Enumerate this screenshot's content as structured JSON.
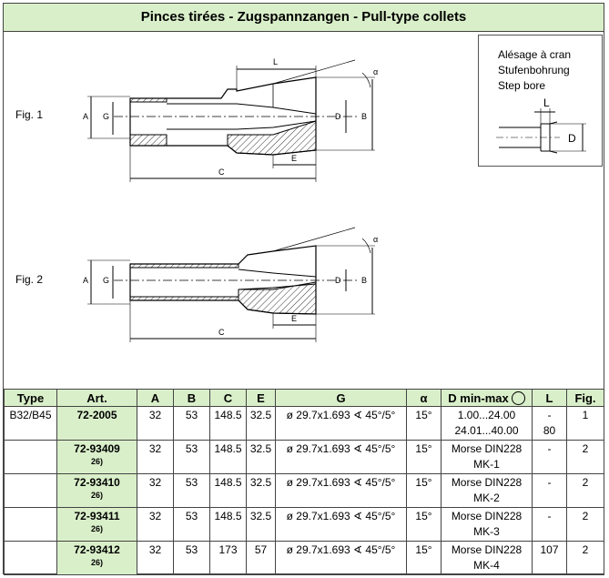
{
  "title": "Pinces tirées - Zugspannzangen - Pull-type collets",
  "figures": {
    "fig1": "Fig. 1",
    "fig2": "Fig. 2",
    "dim_labels": {
      "A": "A",
      "G": "G",
      "D": "D",
      "B": "B",
      "C": "C",
      "E": "E",
      "L": "L",
      "alpha": "α"
    }
  },
  "inset": {
    "line1": "Alésage à cran",
    "line2": "Stufenbohrung",
    "line3": "Step bore",
    "L": "L",
    "D": "D"
  },
  "table": {
    "headers": [
      "Type",
      "Art.",
      "A",
      "B",
      "C",
      "E",
      "G",
      "α",
      "D min-max",
      "L",
      "Fig."
    ],
    "rows": [
      {
        "type": "B32/B45",
        "art": "72-2005",
        "note": "",
        "A": "32",
        "B": "53",
        "C": "148.5",
        "E": "32.5",
        "G": "ø 29.7x1.693 ∢ 45°/5°",
        "alpha": "15°",
        "d1": "1.00...24.00",
        "d2": "24.01...40.00",
        "l1": "-",
        "l2": "80",
        "fig": "1"
      },
      {
        "type": "",
        "art": "72-93409",
        "note": "26)",
        "A": "32",
        "B": "53",
        "C": "148.5",
        "E": "32.5",
        "G": "ø 29.7x1.693 ∢ 45°/5°",
        "alpha": "15°",
        "d1": "Morse DIN228",
        "d2": "MK-1",
        "l1": "-",
        "l2": "",
        "fig": "2"
      },
      {
        "type": "",
        "art": "72-93410",
        "note": "26)",
        "A": "32",
        "B": "53",
        "C": "148.5",
        "E": "32.5",
        "G": "ø 29.7x1.693 ∢ 45°/5°",
        "alpha": "15°",
        "d1": "Morse DIN228",
        "d2": "MK-2",
        "l1": "-",
        "l2": "",
        "fig": "2"
      },
      {
        "type": "",
        "art": "72-93411",
        "note": "26)",
        "A": "32",
        "B": "53",
        "C": "148.5",
        "E": "32.5",
        "G": "ø 29.7x1.693 ∢ 45°/5°",
        "alpha": "15°",
        "d1": "Morse DIN228",
        "d2": "MK-3",
        "l1": "-",
        "l2": "",
        "fig": "2"
      },
      {
        "type": "",
        "art": "72-93412",
        "note": "26)",
        "A": "32",
        "B": "53",
        "C": "173",
        "E": "57",
        "G": "ø 29.7x1.693 ∢ 45°/5°",
        "alpha": "15°",
        "d1": "Morse DIN228",
        "d2": "MK-4",
        "l1": "107",
        "l2": "",
        "fig": "2"
      }
    ]
  }
}
